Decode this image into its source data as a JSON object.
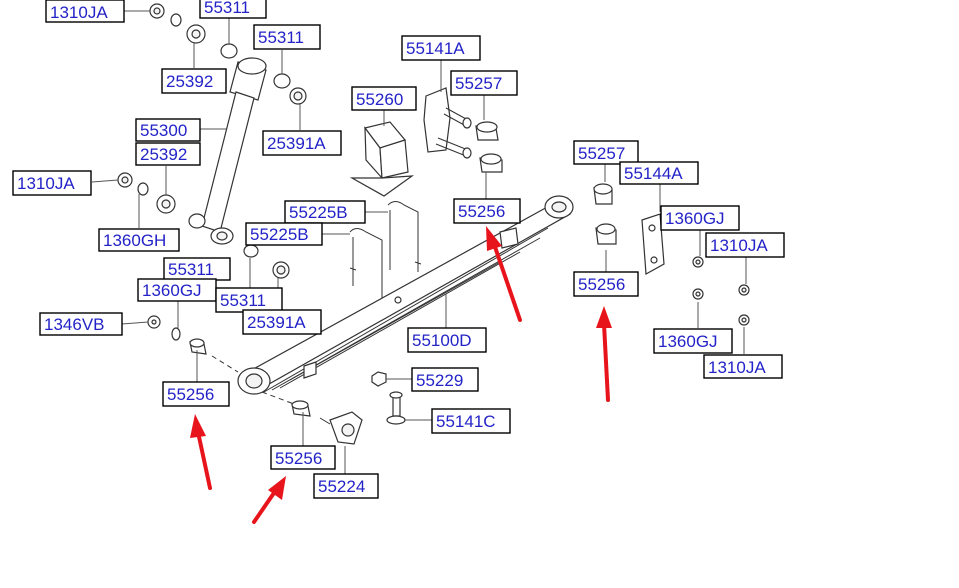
{
  "labels": [
    {
      "id": "l-1310ja-top",
      "text": "1310JA"
    },
    {
      "id": "l-55311-top",
      "text": "55311"
    },
    {
      "id": "l-55311-b",
      "text": "55311"
    },
    {
      "id": "l-25392-a",
      "text": "25392"
    },
    {
      "id": "l-55300",
      "text": "55300"
    },
    {
      "id": "l-25392-b",
      "text": "25392"
    },
    {
      "id": "l-25391a-a",
      "text": "25391A"
    },
    {
      "id": "l-1310ja-left",
      "text": "1310JA"
    },
    {
      "id": "l-1360gh",
      "text": "1360GH"
    },
    {
      "id": "l-55141a",
      "text": "55141A"
    },
    {
      "id": "l-55257-a",
      "text": "55257"
    },
    {
      "id": "l-55260",
      "text": "55260"
    },
    {
      "id": "l-55225b-a",
      "text": "55225B"
    },
    {
      "id": "l-55225b-b",
      "text": "55225B"
    },
    {
      "id": "l-55256-center",
      "text": "55256"
    },
    {
      "id": "l-55257-b",
      "text": "55257"
    },
    {
      "id": "l-55144a",
      "text": "55144A"
    },
    {
      "id": "l-1360gj-right",
      "text": "1360GJ"
    },
    {
      "id": "l-1310ja-right-a",
      "text": "1310JA"
    },
    {
      "id": "l-55256-right",
      "text": "55256"
    },
    {
      "id": "l-55311-c",
      "text": "55311"
    },
    {
      "id": "l-1360gj-left",
      "text": "1360GJ"
    },
    {
      "id": "l-55311-d",
      "text": "55311"
    },
    {
      "id": "l-25391a-b",
      "text": "25391A"
    },
    {
      "id": "l-1346vb",
      "text": "1346VB"
    },
    {
      "id": "l-55100d",
      "text": "55100D"
    },
    {
      "id": "l-1360gj-right-b",
      "text": "1360GJ"
    },
    {
      "id": "l-1310ja-right-b",
      "text": "1310JA"
    },
    {
      "id": "l-55256-left",
      "text": "55256"
    },
    {
      "id": "l-55229",
      "text": "55229"
    },
    {
      "id": "l-55141c",
      "text": "55141C"
    },
    {
      "id": "l-55256-bottom",
      "text": "55256"
    },
    {
      "id": "l-55224",
      "text": "55224"
    }
  ],
  "colors": {
    "label_text": "#2323c8",
    "arrow": "#e8141b",
    "line": "#333333"
  }
}
